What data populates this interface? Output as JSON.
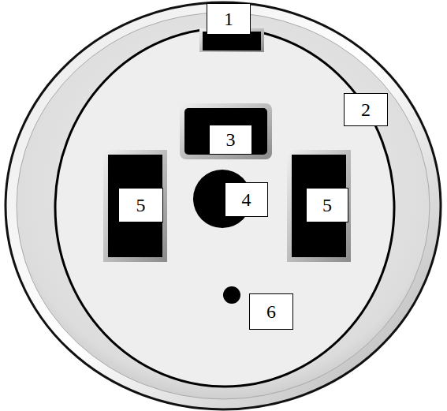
{
  "diagram": {
    "labels": [
      "1",
      "2",
      "3",
      "4",
      "5",
      "5",
      "6"
    ]
  }
}
